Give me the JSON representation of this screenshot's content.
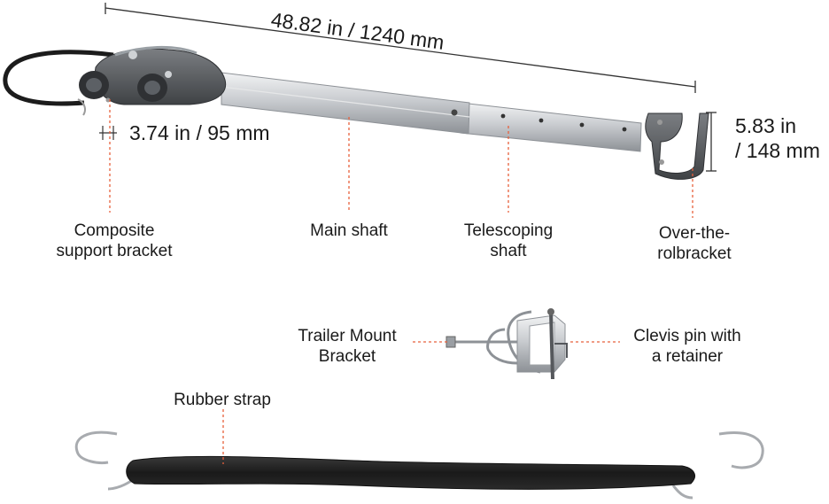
{
  "colors": {
    "background": "#ffffff",
    "text": "#1a1a1a",
    "leader": "#e8603c",
    "dimension": "#333333",
    "steel": "#c9ccd0",
    "steel_dark": "#8d9196",
    "plastic": "#55585c",
    "rubber": "#1e1e1e"
  },
  "dimensions": {
    "overall_length": "48.82 in / 1240 mm",
    "bracket_width": "3.74 in / 95 mm",
    "rolbracket_height_line1": "5.83 in",
    "rolbracket_height_line2": "/ 148 mm"
  },
  "labels": {
    "composite": {
      "line1": "Composite",
      "line2": "support bracket"
    },
    "main_shaft": {
      "line1": "Main shaft"
    },
    "telescoping": {
      "line1": "Telescoping",
      "line2": "shaft"
    },
    "over_the": {
      "line1": "Over-the-",
      "line2": "rolbracket"
    },
    "trailer_mount": {
      "line1": "Trailer Mount",
      "line2": "Bracket"
    },
    "clevis": {
      "line1": "Clevis pin with",
      "line2": "a retainer"
    },
    "rubber_strap": {
      "line1": "Rubber strap"
    }
  },
  "icons": [
    "support-arm-illustration",
    "trailer-mount-bracket-illustration",
    "rubber-strap-illustration"
  ]
}
